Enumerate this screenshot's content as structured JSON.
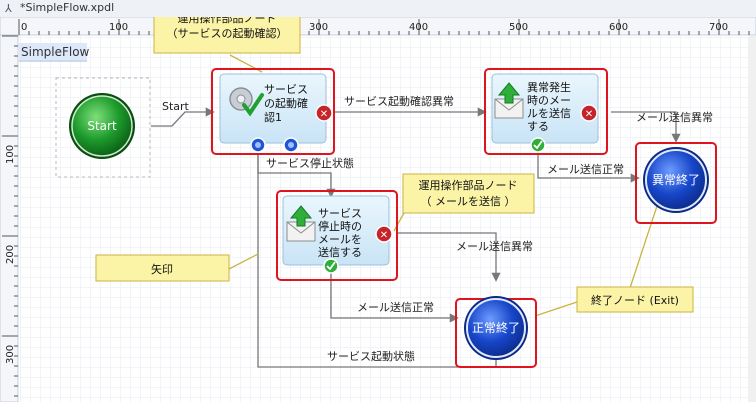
{
  "tab": {
    "title": "*SimpleFlow.xpdl",
    "icon": "flow-diagram-icon"
  },
  "ruler": {
    "h_ticks": [
      "0",
      "100",
      "200",
      "300",
      "400",
      "500",
      "600",
      "700"
    ],
    "v_ticks": [
      "100",
      "200",
      "300"
    ]
  },
  "diagram": {
    "title": "SimpleFlow",
    "nodes": {
      "start": "Start",
      "check": "サービスの起動確認1",
      "mail_error": "異常発生時のメールを送信する",
      "mail_stop": "サービス停止時のメールを送信する",
      "end_error": "異常終了",
      "end_normal": "正常終了"
    },
    "edges": {
      "start": "Start",
      "check_error": "サービス起動確認異常",
      "stopped": "サービス停止状態",
      "started": "サービス起動状態",
      "mail_error_fail": "メール送信異常",
      "mail_error_ok": "メール送信正常",
      "mail_stop_fail": "メール送信異常",
      "mail_stop_ok": "メール送信正常"
    },
    "callouts": {
      "ops_check": "運用操作部品ノード\n（サービスの起動確認）",
      "ops_mail": "運用操作部品ノード\n（メールを送信）",
      "arrow": "矢印",
      "end_node": "終了ノード (Exit)"
    }
  },
  "colors": {
    "highlight": "#e0141e",
    "callout_fill": "#fbf3a6",
    "node_fill": "#d7ecf8",
    "end_blue": "#1746c9",
    "start_green": "#1d9a2c",
    "edge": "#777777"
  }
}
